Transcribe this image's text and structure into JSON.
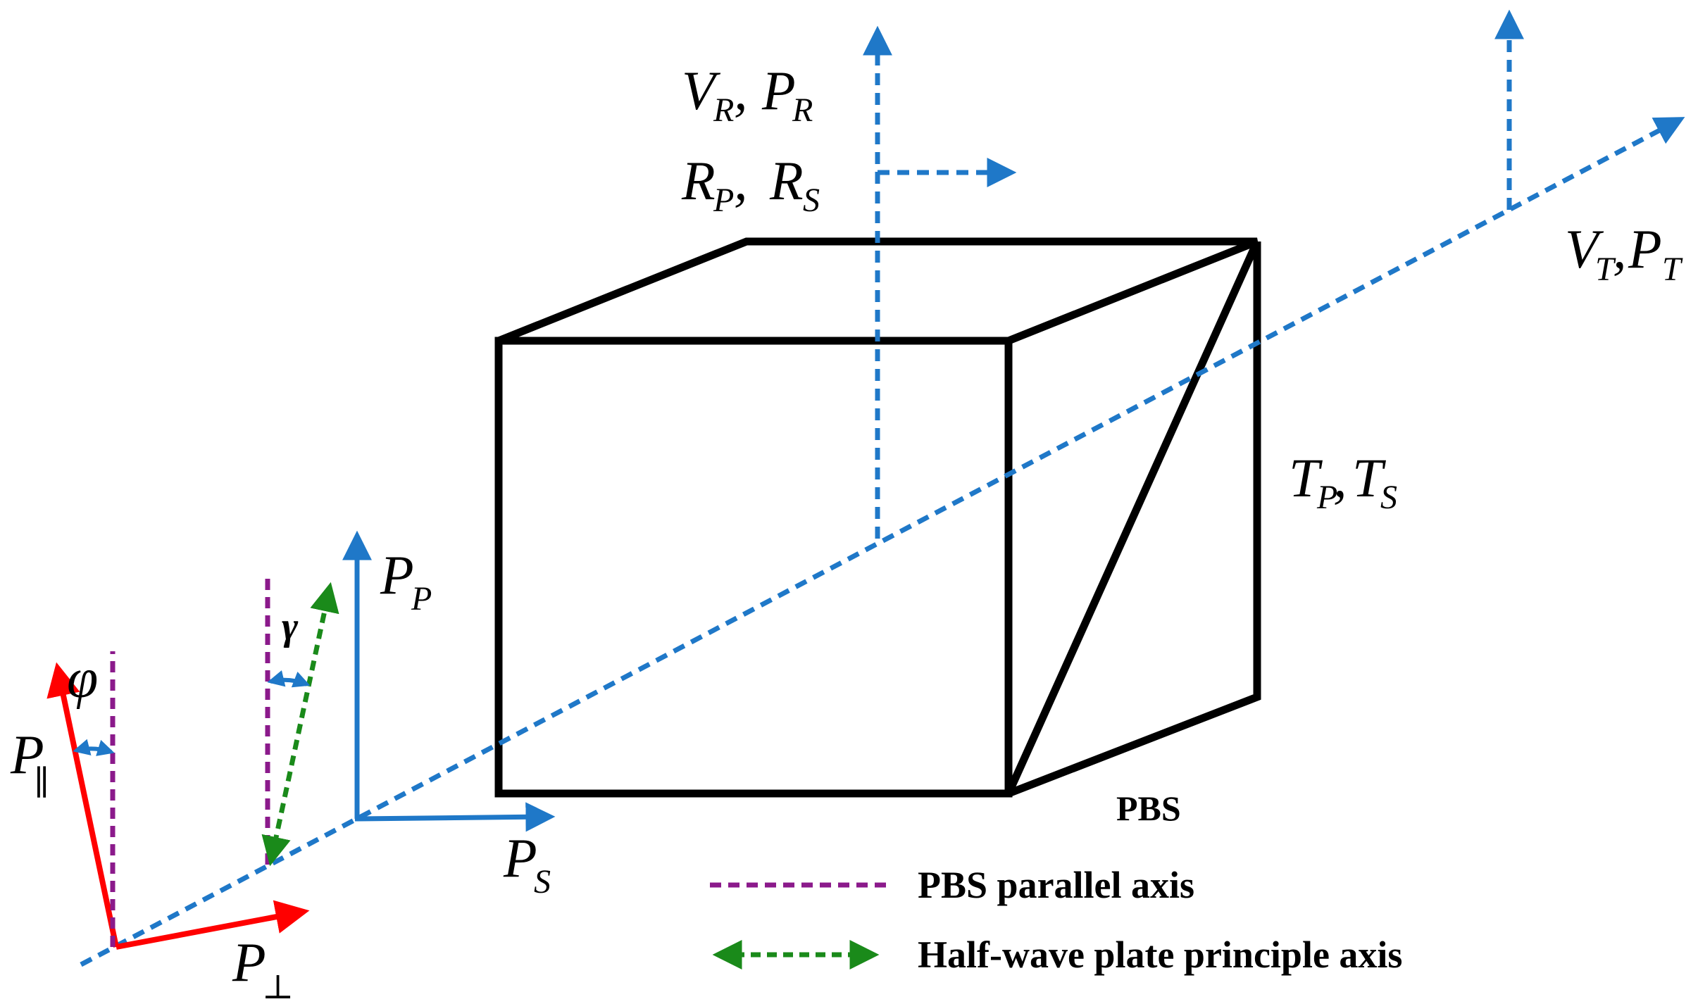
{
  "colors": {
    "beam": "#1f78c8",
    "cube": "#000000",
    "incident": "#ff0000",
    "pbs_axis": "#8b1a8b",
    "hwp_axis": "#1a8a1a"
  },
  "labels": {
    "reflected_main": "V",
    "reflected_main_sub": "R",
    "reflected_p": "P",
    "reflected_p_sub": "R",
    "reflect_coef_p": "R",
    "reflect_coef_p_sub": "P",
    "reflect_coef_s": "R",
    "reflect_coef_s_sub": "S",
    "trans_main": "V",
    "trans_main_sub": "T",
    "trans_p": "P",
    "trans_p_sub": "T",
    "trans_coef_p": "T",
    "trans_coef_p_sub": "P",
    "trans_coef_s": "T",
    "trans_coef_s_sub": "S",
    "pp": "P",
    "pp_sub": "P",
    "ps": "P",
    "ps_sub": "S",
    "p_parallel": "P",
    "p_parallel_sub": "∥",
    "p_perp": "P",
    "p_perp_sub": "⊥",
    "phi": "φ",
    "gamma": "γ",
    "comma": ","
  },
  "pbs_label": "PBS",
  "legend": {
    "pbs_axis": "PBS parallel axis",
    "hwp_axis": "Half-wave plate principle axis"
  }
}
